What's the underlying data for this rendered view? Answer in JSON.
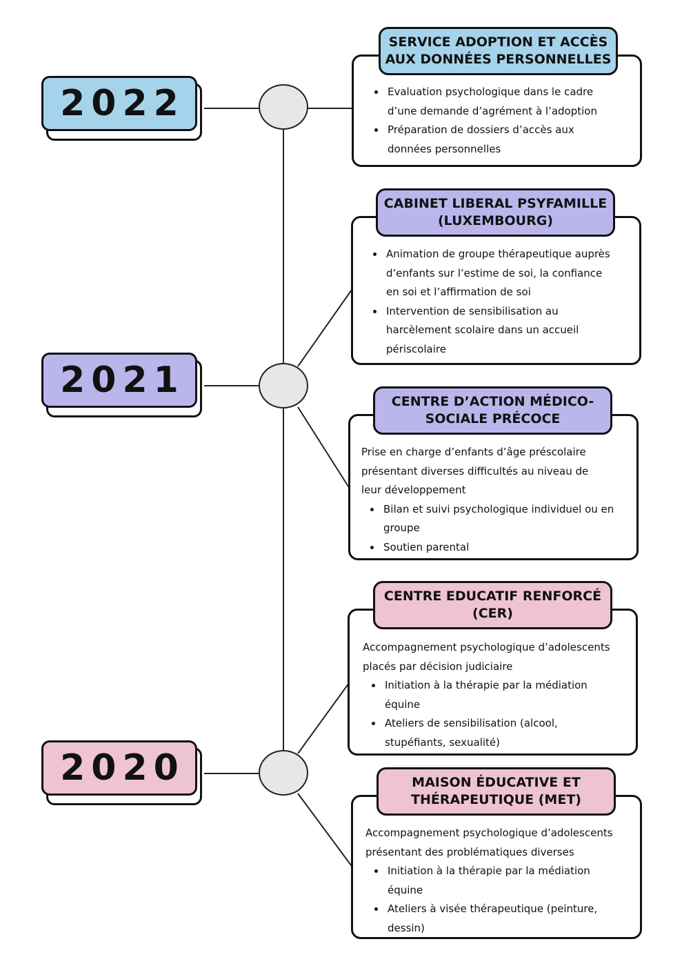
{
  "colors": {
    "blue": "#a6d3ec",
    "purple": "#bab6ec",
    "pink": "#eec3d4",
    "node_fill": "#e7e7e7",
    "line": "#222222"
  },
  "years": [
    {
      "label": "2022",
      "color": "#a6d3ec"
    },
    {
      "label": "2021",
      "color": "#bab6ec"
    },
    {
      "label": "2020",
      "color": "#eec3d4"
    }
  ],
  "cards": [
    {
      "title": [
        "SERVICE ADOPTION ET ACCÈS",
        "AUX DONNÉES PERSONNELLES"
      ],
      "color": "#a6d3ec",
      "intro": [],
      "bullets": [
        [
          "Evaluation psychologique dans le cadre",
          "d’une demande d’agrément à l’adoption"
        ],
        [
          "Préparation de dossiers d’accès aux",
          "données personnelles"
        ]
      ]
    },
    {
      "title": [
        "CABINET LIBERAL PSYFAMILLE",
        "(LUXEMBOURG)"
      ],
      "color": "#bab6ec",
      "intro": [],
      "bullets": [
        [
          "Animation de groupe thérapeutique auprès",
          "d’enfants sur l’estime de soi, la confiance",
          "en soi et l’affirmation de soi"
        ],
        [
          "Intervention de sensibilisation au",
          "harcèlement scolaire dans un accueil",
          "périscolaire"
        ]
      ]
    },
    {
      "title": [
        "CENTRE D’ACTION MÉDICO-",
        "SOCIALE PRÉCOCE"
      ],
      "color": "#bab6ec",
      "intro": [
        "Prise en charge d’enfants d’âge préscolaire",
        "présentant diverses difficultés au niveau de",
        "leur développement"
      ],
      "bullets": [
        [
          "Bilan et suivi psychologique individuel ou en",
          "groupe"
        ],
        [
          "Soutien parental"
        ]
      ]
    },
    {
      "title": [
        "CENTRE EDUCATIF RENFORCÉ",
        "(CER)"
      ],
      "color": "#eec3d4",
      "intro": [
        "Accompagnement psychologique d’adolescents",
        "placés par décision judiciaire"
      ],
      "bullets": [
        [
          "Initiation à la thérapie par la médiation",
          "équine"
        ],
        [
          "Ateliers de sensibilisation (alcool,",
          "stupéfiants, sexualité)"
        ]
      ]
    },
    {
      "title": [
        "MAISON ÉDUCATIVE ET",
        "THÉRAPEUTIQUE (MET)"
      ],
      "color": "#eec3d4",
      "intro": [
        "Accompagnement psychologique d’adolescents",
        "présentant des problématiques diverses"
      ],
      "bullets": [
        [
          "Initiation à la thérapie par la médiation",
          "équine"
        ],
        [
          "Ateliers à visée thérapeutique (peinture,",
          "dessin)"
        ]
      ]
    }
  ]
}
